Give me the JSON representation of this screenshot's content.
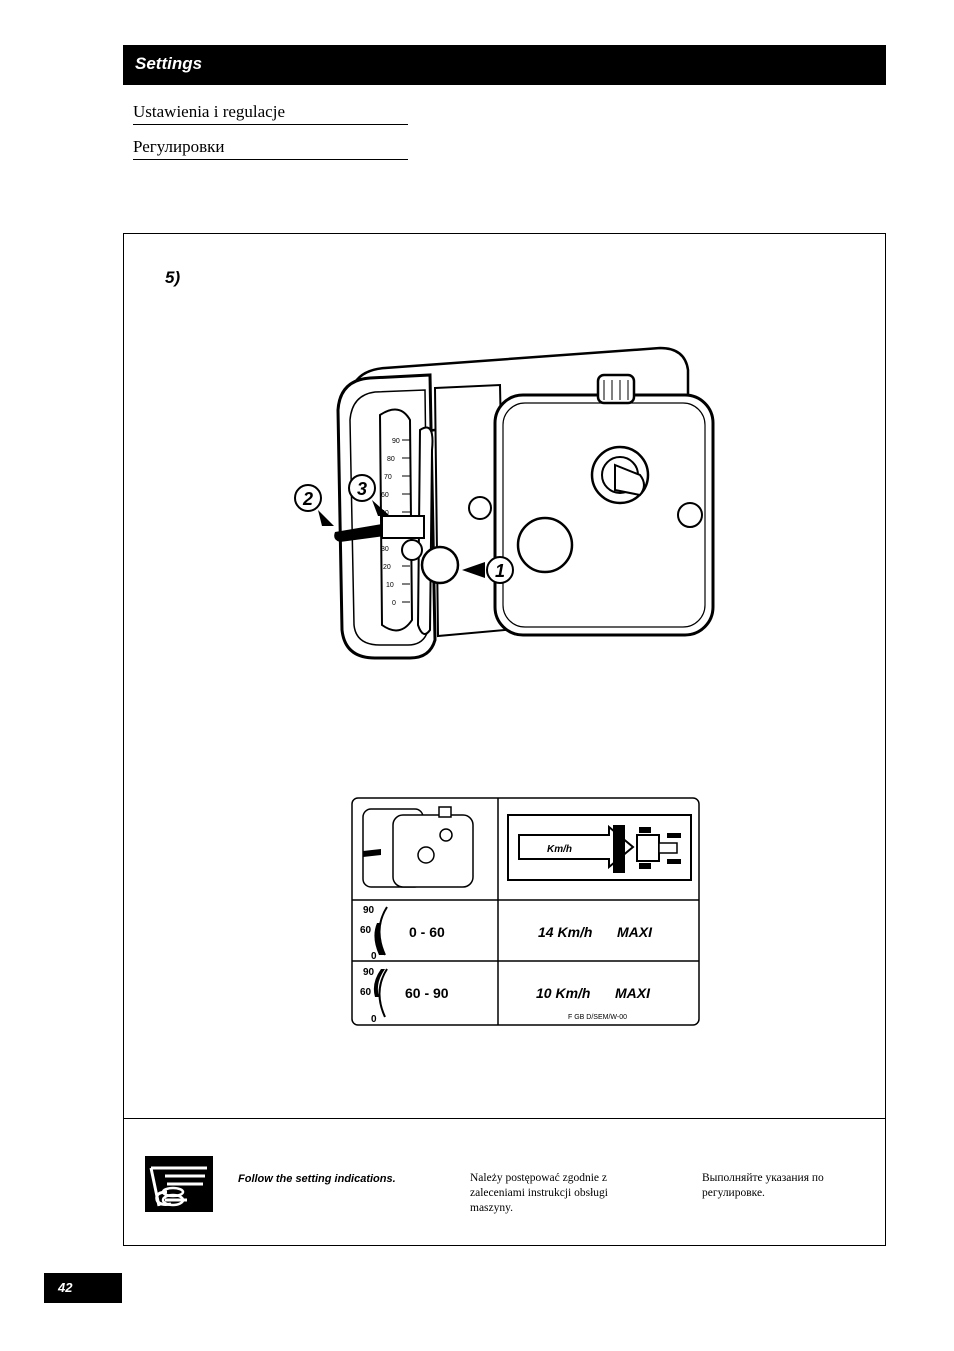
{
  "header": {
    "title": "Settings"
  },
  "subtitles": [
    "Ustawienia i regulacje",
    "Регулировки"
  ],
  "figure": {
    "step_label": "5)",
    "callouts": [
      "1",
      "2",
      "3"
    ],
    "dial_scale": [
      "90",
      "80",
      "70",
      "60",
      "50",
      "40",
      "30",
      "20",
      "10",
      "0"
    ]
  },
  "decal": {
    "speed_unit_label": "Km/h",
    "rows": [
      {
        "gauge_labels": [
          "90",
          "60",
          "0"
        ],
        "range": "0 - 60",
        "speed": "14 Km/h",
        "limit": "MAXI"
      },
      {
        "gauge_labels": [
          "90",
          "60",
          "0"
        ],
        "range": "60 - 90",
        "speed": "10 Km/h",
        "limit": "MAXI"
      }
    ],
    "reference": "F GB D/SEM/W-00"
  },
  "notes": {
    "en": "Follow the setting indications.",
    "pl": "Należy postępować zgodnie z zaleceniami instrukcji obsługi maszyny.",
    "ru": "Выполняйте указания по регулировке."
  },
  "footer": {
    "page_number": "42"
  }
}
